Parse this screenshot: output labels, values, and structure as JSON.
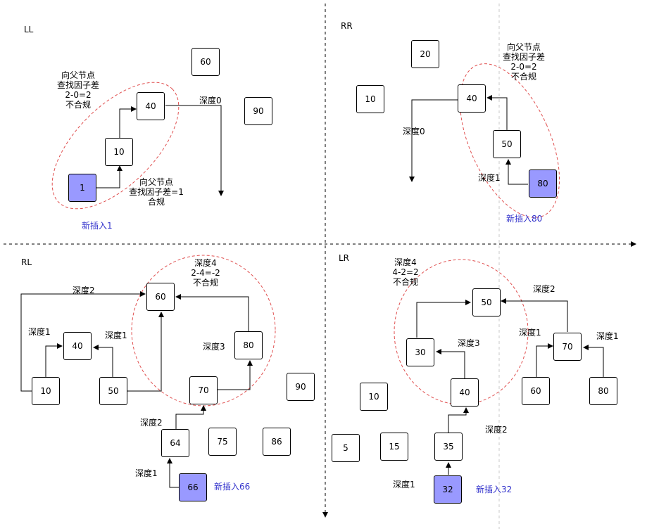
{
  "quadrants": {
    "ll": {
      "title": "LL",
      "parent_note": [
        "向父节点",
        "查找因子差",
        "2-0=2",
        "不合规"
      ],
      "ok_note": [
        "向父节点",
        "查找因子差=1",
        "合规"
      ],
      "depth0": "深度0",
      "inserted": "新插入1"
    },
    "rr": {
      "title": "RR",
      "parent_note": [
        "向父节点",
        "查找因子差",
        "2-0=2",
        "不合规"
      ],
      "depth0": "深度0",
      "depth1": "深度1",
      "inserted": "新插入80"
    },
    "rl": {
      "title": "RL",
      "root_note": [
        "深度4",
        "2-4=-2",
        "不合规"
      ],
      "depth2_top": "深度2",
      "depth1_left": "深度1",
      "depth1_mid": "深度1",
      "depth3": "深度3",
      "depth2_bottom": "深度2",
      "depth1_bottom": "深度1",
      "inserted": "新插入66"
    },
    "lr": {
      "title": "LR",
      "root_note": [
        "深度4",
        "4-2=2",
        "不合规"
      ],
      "depth2_top": "深度2",
      "depth1_mid": "深度1",
      "depth1_right": "深度1",
      "depth3": "深度3",
      "depth2_bottom": "深度2",
      "depth1_bottom": "深度1",
      "inserted": "新插入32"
    }
  },
  "nodes": {
    "ll": {
      "n60": "60",
      "n40": "40",
      "n90": "90",
      "n10": "10",
      "n1": "1"
    },
    "rr": {
      "n20": "20",
      "n10": "10",
      "n40": "40",
      "n50": "50",
      "n80": "80"
    },
    "rl": {
      "n60": "60",
      "n40": "40",
      "n10": "10",
      "n50": "50",
      "n80": "80",
      "n70": "70",
      "n90": "90",
      "n64": "64",
      "n75": "75",
      "n86": "86",
      "n66": "66"
    },
    "lr": {
      "n50": "50",
      "n30": "30",
      "n40": "40",
      "n70": "70",
      "n60": "60",
      "n80": "80",
      "n10": "10",
      "n5": "5",
      "n15": "15",
      "n35": "35",
      "n32": "32"
    }
  },
  "colors": {
    "line": "#000000",
    "ellipse": "#e05050",
    "highlight": "#9999ff",
    "note_blue": "#3333cc",
    "guide": "#c8c8c8"
  }
}
